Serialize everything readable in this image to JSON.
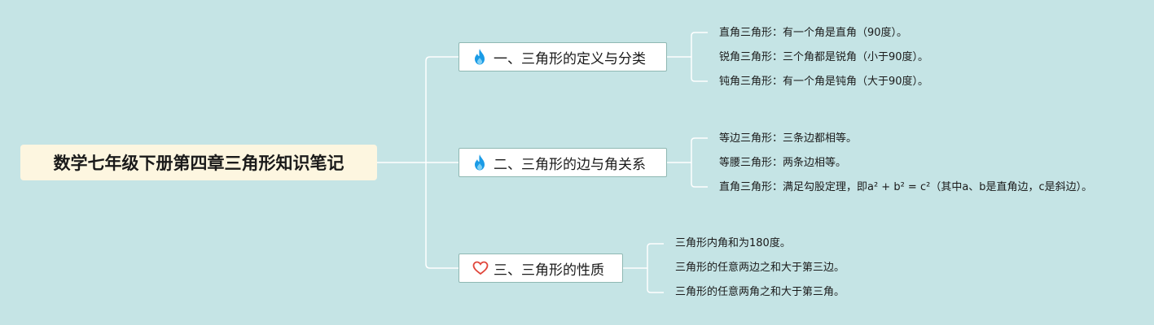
{
  "root": {
    "title": "数学七年级下册第四章三角形知识笔记"
  },
  "branches": [
    {
      "icon": "flame-icon",
      "label": "一、三角形的定义与分类",
      "items": [
        "直角三角形：有一个角是直角（90度）。",
        "锐角三角形：三个角都是锐角（小于90度）。",
        "钝角三角形：有一个角是钝角（大于90度）。"
      ]
    },
    {
      "icon": "flame-icon",
      "label": "二、三角形的边与角关系",
      "items": [
        "等边三角形：三条边都相等。",
        "等腰三角形：两条边相等。",
        "直角三角形：满足勾股定理，即a² + b² = c²（其中a、b是直角边，c是斜边）。"
      ]
    },
    {
      "icon": "heart-icon",
      "label": "三、三角形的性质",
      "items": [
        "三角形内角和为180度。",
        "三角形的任意两边之和大于第三边。",
        "三角形的任意两角之和大于第三角。"
      ]
    }
  ],
  "colors": {
    "background": "#c5e4e5",
    "connector": "#ffffff",
    "root_fill": "#fdf6e0",
    "flame": "#1a9be6",
    "heart": "#e0453a"
  }
}
